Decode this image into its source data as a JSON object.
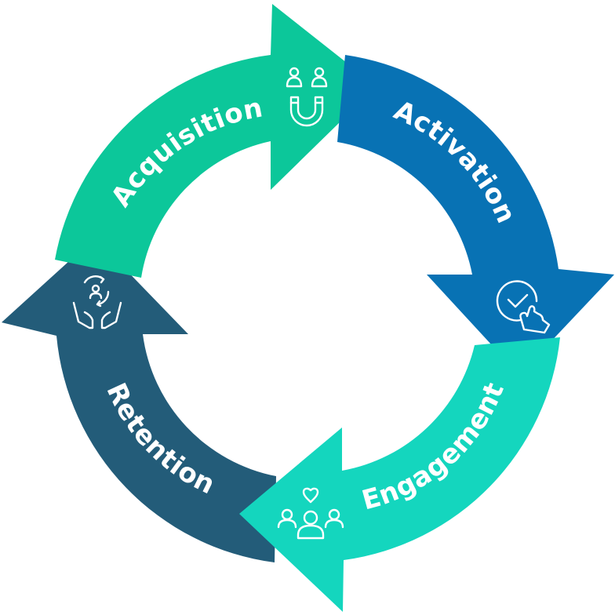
{
  "stages": [
    {
      "label": "Acquisition",
      "icon": "magnet-people-icon",
      "color": "#0CC79A"
    },
    {
      "label": "Activation",
      "icon": "touch-check-icon",
      "color": "#0872B4"
    },
    {
      "label": "Engagement",
      "icon": "group-heart-icon",
      "color": "#14D6BE"
    },
    {
      "label": "Retention",
      "icon": "hands-cycle-person-icon",
      "color": "#235C79"
    }
  ]
}
